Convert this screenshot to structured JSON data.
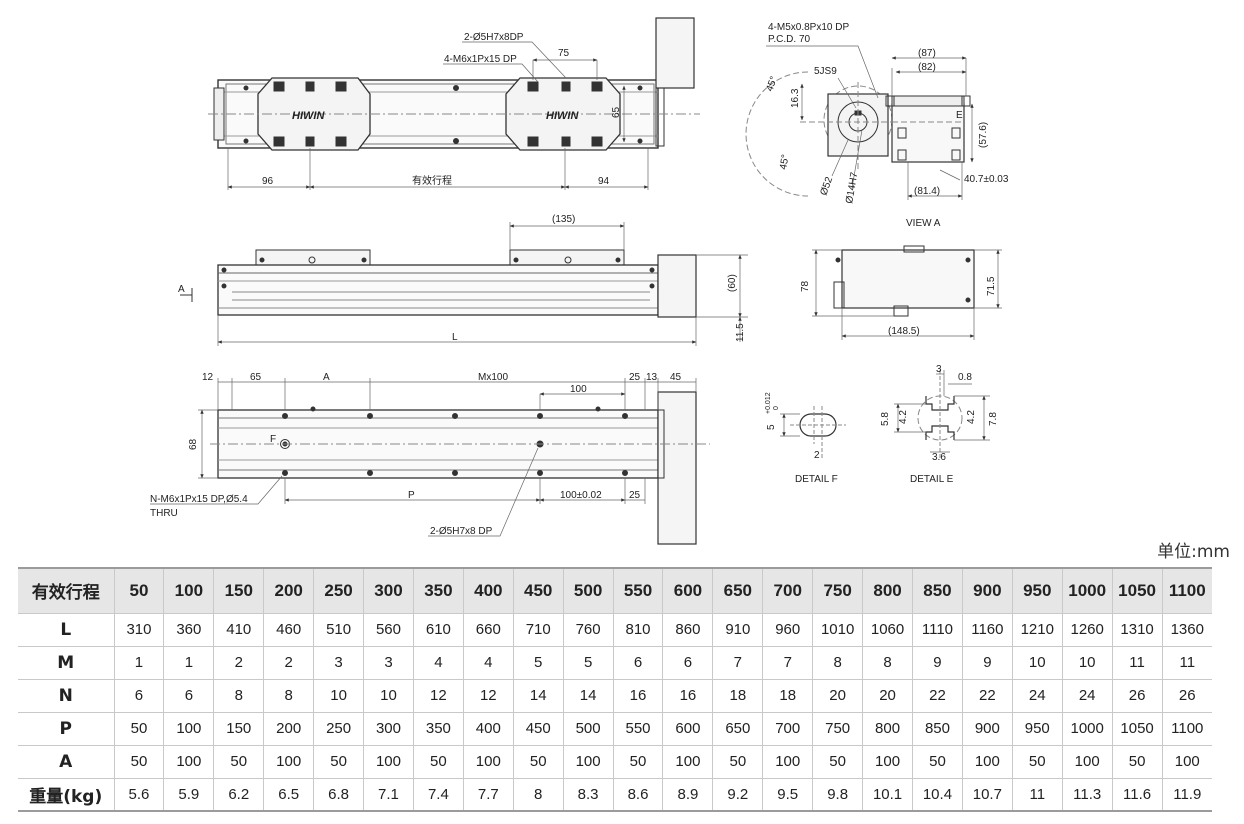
{
  "drawing": {
    "labels": {
      "top_dowel": "2-Ø5H7x8DP",
      "top_tap": "4-M6x1Px15 DP",
      "top_75": "75",
      "top_65": "65",
      "brand_left": "HIWIN",
      "brand_right": "HIWIN",
      "top_96": "96",
      "top_stroke": "有效行程",
      "top_94": "94",
      "mid_135": "(135)",
      "mid_60": "(60)",
      "mid_A": "A",
      "mid_L": "L",
      "mid_11_5": "11.5",
      "bot_12": "12",
      "bot_65": "65",
      "bot_A": "A",
      "bot_M": "Mx100",
      "bot_25a": "25",
      "bot_13": "13",
      "bot_45": "45",
      "bot_100": "100",
      "bot_68": "68",
      "bot_F": "F",
      "bot_N": "N-M6x1Px15 DP,Ø5.4",
      "bot_thru": "THRU",
      "bot_P": "P",
      "bot_100tol": "100±0.02",
      "bot_25b": "25",
      "bot_dowel": "2-Ø5H7x8 DP",
      "va_tap": "4-M5x0.8Px10 DP",
      "va_pcd": "P.C.D. 70",
      "va_45a": "45°",
      "va_45b": "45°",
      "va_16_3": "16.3",
      "va_5js9": "5JS9",
      "va_87": "(87)",
      "va_82": "(82)",
      "va_E": "E",
      "va_57_6": "(57.6)",
      "va_40_7": "40.7±0.03",
      "va_81_4": "(81.4)",
      "va_52": "Ø52",
      "va_14h7": "Ø14H7",
      "va_title": "VIEW A",
      "side_78": "78",
      "side_71_5": "71.5",
      "side_148_5": "(148.5)",
      "df_5": "5",
      "df_tol": "+0.012",
      "df_tol0": "0",
      "df_2": "2",
      "df_title": "DETAIL F",
      "de_3": "3",
      "de_0_8": "0.8",
      "de_5_8": "5.8",
      "de_4_2a": "4.2",
      "de_4_2b": "4.2",
      "de_7_8": "7.8",
      "de_3_6": "3.6",
      "de_title": "DETAIL E"
    }
  },
  "unit_label": "单位:mm",
  "table": {
    "header": [
      "有效行程",
      "50",
      "100",
      "150",
      "200",
      "250",
      "300",
      "350",
      "400",
      "450",
      "500",
      "550",
      "600",
      "650",
      "700",
      "750",
      "800",
      "850",
      "900",
      "950",
      "1000",
      "1050",
      "1100"
    ],
    "rows": [
      {
        "label": "L",
        "values": [
          "310",
          "360",
          "410",
          "460",
          "510",
          "560",
          "610",
          "660",
          "710",
          "760",
          "810",
          "860",
          "910",
          "960",
          "1010",
          "1060",
          "1110",
          "1160",
          "1210",
          "1260",
          "1310",
          "1360"
        ]
      },
      {
        "label": "M",
        "values": [
          "1",
          "1",
          "2",
          "2",
          "3",
          "3",
          "4",
          "4",
          "5",
          "5",
          "6",
          "6",
          "7",
          "7",
          "8",
          "8",
          "9",
          "9",
          "10",
          "10",
          "11",
          "11"
        ]
      },
      {
        "label": "N",
        "values": [
          "6",
          "6",
          "8",
          "8",
          "10",
          "10",
          "12",
          "12",
          "14",
          "14",
          "16",
          "16",
          "18",
          "18",
          "20",
          "20",
          "22",
          "22",
          "24",
          "24",
          "26",
          "26"
        ]
      },
      {
        "label": "P",
        "values": [
          "50",
          "100",
          "150",
          "200",
          "250",
          "300",
          "350",
          "400",
          "450",
          "500",
          "550",
          "600",
          "650",
          "700",
          "750",
          "800",
          "850",
          "900",
          "950",
          "1000",
          "1050",
          "1100"
        ]
      },
      {
        "label": "A",
        "values": [
          "50",
          "100",
          "50",
          "100",
          "50",
          "100",
          "50",
          "100",
          "50",
          "100",
          "50",
          "100",
          "50",
          "100",
          "50",
          "100",
          "50",
          "100",
          "50",
          "100",
          "50",
          "100"
        ]
      },
      {
        "label": "重量(kg)",
        "values": [
          "5.6",
          "5.9",
          "6.2",
          "6.5",
          "6.8",
          "7.1",
          "7.4",
          "7.7",
          "8",
          "8.3",
          "8.6",
          "8.9",
          "9.2",
          "9.5",
          "9.8",
          "10.1",
          "10.4",
          "10.7",
          "11",
          "11.3",
          "11.6",
          "11.9"
        ]
      }
    ]
  }
}
